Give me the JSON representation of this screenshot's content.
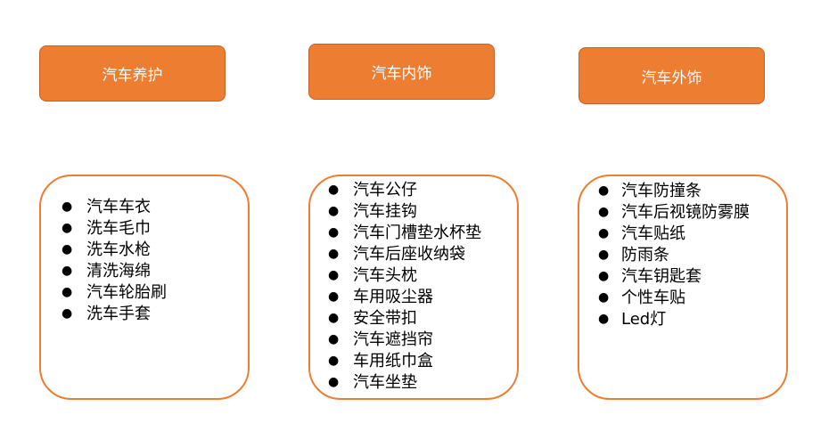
{
  "colors": {
    "accent": "#ED7D31",
    "accent_border": "#C5622A",
    "header_text": "#FFFFFF",
    "text": "#000000"
  },
  "columns": [
    {
      "header": "汽车养护",
      "items": [
        "汽车车衣",
        "洗车毛巾",
        "洗车水枪",
        "清洗海绵",
        "汽车轮胎刷",
        "洗车手套"
      ]
    },
    {
      "header": "汽车内饰",
      "items": [
        "汽车公仔",
        "汽车挂钩",
        "汽车门槽垫水杯垫",
        "汽车后座收纳袋",
        "汽车头枕",
        "车用吸尘器",
        "安全带扣",
        "汽车遮挡帘",
        "车用纸巾盒",
        "汽车坐垫"
      ]
    },
    {
      "header": "汽车外饰",
      "items": [
        "汽车防撞条",
        "汽车后视镜防雾膜",
        "汽车贴纸",
        "防雨条",
        "汽车钥匙套",
        "个性车贴",
        "Led灯"
      ]
    }
  ]
}
